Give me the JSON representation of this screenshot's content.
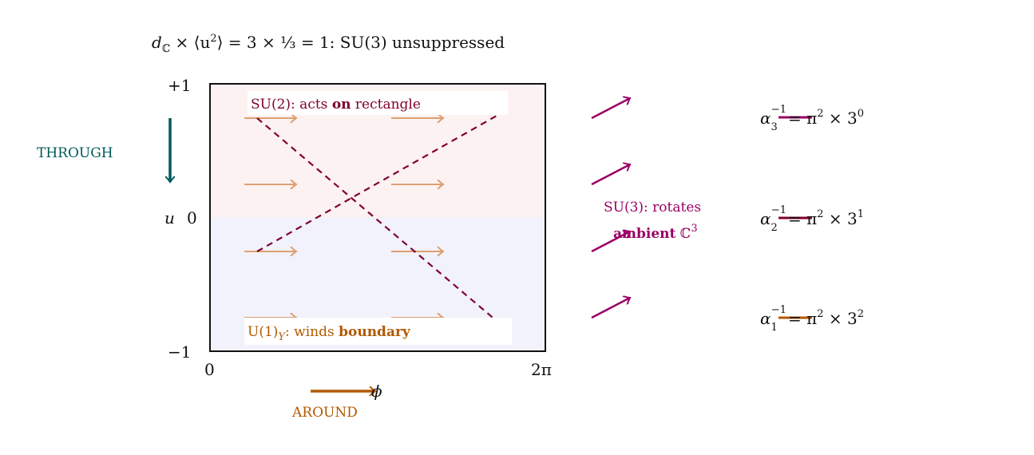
{
  "title": {
    "lhs": "d",
    "lhs_sub": "ℂ",
    "mid": " × ⟨u",
    "sq": "2",
    "rest": "⟩ = 3 × ⅓ = 1:  SU(3) unsuppressed"
  },
  "axes": {
    "y_top": "+1",
    "y_mid": "0",
    "y_bottom": "−1",
    "y_var": "u",
    "x_left": "0",
    "x_right": "2π",
    "x_var": "ϕ"
  },
  "labels": {
    "through": "THROUGH",
    "around": "AROUND",
    "su2": {
      "prefix": "SU(2):  acts ",
      "bold": "on",
      "suffix": " rectangle"
    },
    "u1": {
      "prefix": "U(1)",
      "sub": "Y",
      "mid": ":  winds ",
      "bold": "boundary"
    },
    "su3": {
      "line1": "SU(3):  rotates",
      "bold": "ambient",
      "suffix": " ℂ",
      "sup": "3"
    }
  },
  "couplings": [
    {
      "sub": "3",
      "sup": "−1",
      "rhs": "= π",
      "rhs_sup": "2",
      "times": " × 3",
      "exp": "0",
      "color": "#9a0066"
    },
    {
      "sub": "2",
      "sup": "−1",
      "rhs": "= π",
      "rhs_sup": "2",
      "times": " × 3",
      "exp": "1",
      "color": "#800030"
    },
    {
      "sub": "1",
      "sup": "−1",
      "rhs": "= π",
      "rhs_sup": "2",
      "times": " × 3",
      "exp": "2",
      "color": "#b35900"
    }
  ],
  "colors": {
    "su2": "#800030",
    "su3": "#9a0066",
    "u1": "#b35900",
    "through": "#005a5a",
    "upper_fill": "#fdf2f2",
    "lower_fill": "#f2f2fc",
    "flow_arrows": "#dca070"
  }
}
